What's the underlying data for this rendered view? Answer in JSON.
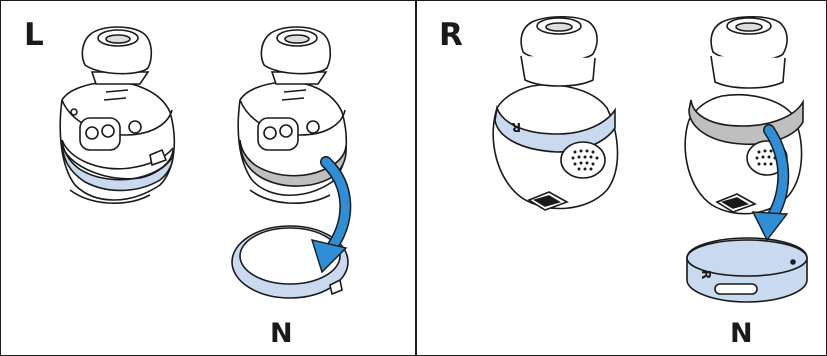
{
  "colors": {
    "outline": "#1a1a1a",
    "band_blue": "#c9d9ef",
    "band_grey": "#bfbfbf",
    "arrow_blue": "#2f8fd6",
    "body_fill": "#ffffff"
  },
  "panels": [
    {
      "side_label": "L",
      "ring_label": "N"
    },
    {
      "side_label": "R",
      "ring_label": "N"
    }
  ],
  "icons": [
    "earbud-with-ring-icon",
    "earbud-ring-removed-icon",
    "ring-icon",
    "arrow-down-icon"
  ]
}
